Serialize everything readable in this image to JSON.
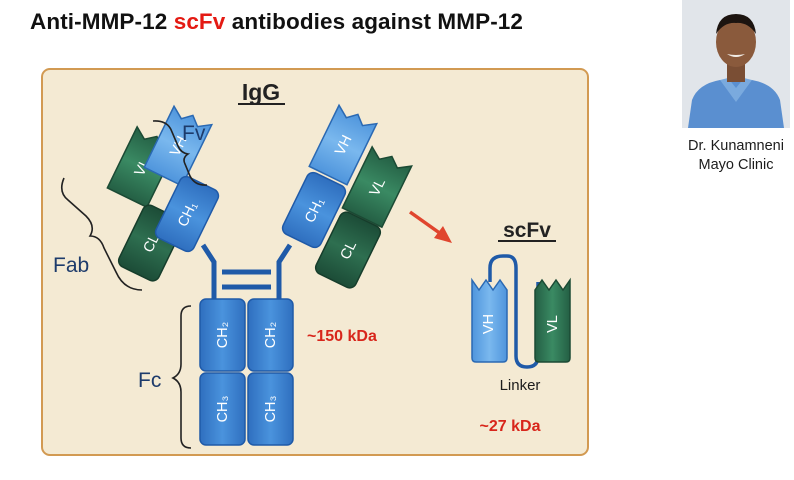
{
  "slide": {
    "title_before": "Anti-MMP-12 ",
    "title_highlight": "scFv",
    "title_after": " antibodies against MMP-12",
    "highlight_color": "#e41a13"
  },
  "diagram": {
    "igg_label": "IgG",
    "fv_label": "Fv",
    "fab_label": "Fab",
    "fc_label": "Fc",
    "igg_mass": "~150 kDa",
    "scfv_label": "scFv",
    "linker_label": "Linker",
    "scfv_mass": "~27 kDa",
    "domains": {
      "vh": "VH",
      "vl": "VL",
      "ch1": "CH₁",
      "cl": "CL",
      "ch2": "CH₂",
      "ch3": "CH₃"
    },
    "colors": {
      "heavy_chain": "#3a7fcf",
      "heavy_chain_light": "#5ea7e6",
      "light_chain": "#2e7d58",
      "light_chain_dark": "#23624a",
      "mass_text": "#d8261b",
      "label_text": "#1d3b6b"
    }
  },
  "speaker": {
    "name": "Dr. Kunamneni",
    "affiliation": "Mayo Clinic"
  }
}
